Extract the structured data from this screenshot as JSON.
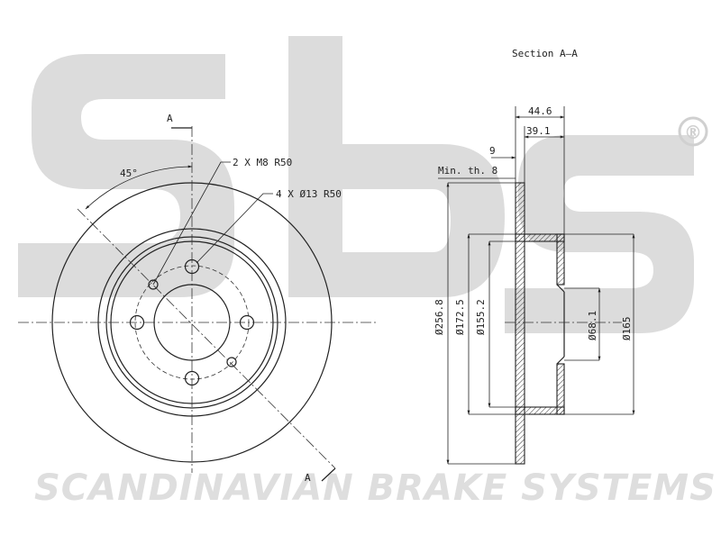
{
  "watermark": {
    "logo_text": "sbs",
    "registered_mark": "®",
    "brand_line": "SCANDINAVIAN BRAKE SYSTEMS",
    "color": "#d9d9d9"
  },
  "front_view": {
    "section_marker_top": "A",
    "section_marker_bottom": "A",
    "angle_label": "45°",
    "bolt_callout": "2 X M8 R50",
    "hole_callout": "4 X Ø13 R50"
  },
  "section_view": {
    "title": "Section A–A",
    "dim_total_height": "44.6",
    "dim_hat_height": "39.1",
    "dim_thickness": "9",
    "min_thickness_label": "Min. th. 8",
    "dia_outer": "Ø256.8",
    "dia_1": "Ø172.5",
    "dia_2": "Ø155.2",
    "dia_center": "Ø68.1",
    "dia_hat": "Ø165"
  },
  "colors": {
    "line": "#222222",
    "watermark": "#d9d9d9"
  }
}
